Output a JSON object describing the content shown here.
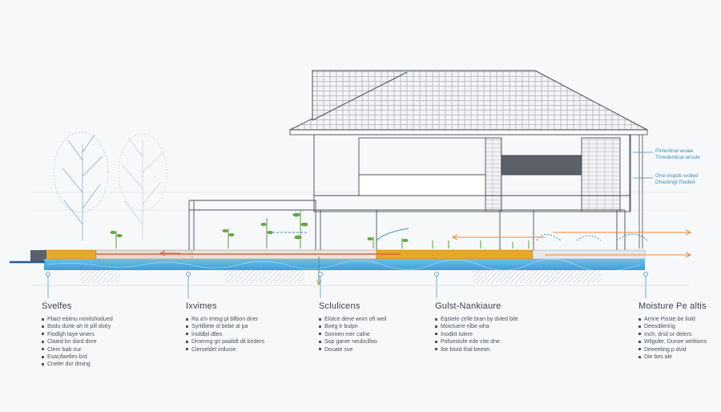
{
  "columns": [
    {
      "title": "Svelfes",
      "items": [
        "Plaicl ebitnu nonitshodued",
        "Bodu durte ah Iit pill dotry",
        "Flodlgh taye wners",
        "Claied bn dard dnre",
        "Clenr bab our",
        "Esacifaetles brd",
        "Cneler dur dming"
      ]
    },
    {
      "title": "Ixvimes",
      "items": [
        "Ra a'n Imtsg pl bllbon dner",
        "Syrtilliete ol bebe al pa",
        "Inoldbil dlles",
        "Dmenng gri paalidt dil birders",
        "Clerseldel inducie."
      ]
    },
    {
      "title": "Sclulicens",
      "items": [
        "Elotce dene wnm oft weil",
        "Boeg tr bulpn",
        "Sonnen mer calne",
        "Sop ganer neubcilloo",
        "Douate sve"
      ]
    },
    {
      "title": "Gulst-Nankiaure",
      "items": [
        "Eqstele ctrlle bran by dvled bile",
        "Moictuere rilbe wha",
        "Inodkit tulere",
        "Pofuestufe ede ctte dne",
        "Ibe bioid thal beeter."
      ]
    },
    {
      "title": "Moisture Pe altis",
      "items": [
        "Arnne Pisste be liuld",
        "Deesdilering",
        "Inch, drsil or deters",
        "Wilgulte, Dunoe welitions",
        "Deeeeting p dvid",
        "Die bes ale"
      ]
    }
  ],
  "callouts": {
    "top": [
      "Pinlentiral woaie",
      "Thredentical wrssle"
    ],
    "bottom": [
      "One iriopds wolled",
      "Dhastingf Pladed"
    ]
  },
  "colors": {
    "water": "#3aa8d8",
    "gravel": "#e8a72a",
    "pipe": "#d9634a",
    "arrow": "#e88b3a",
    "line": "#4a4f58",
    "accent": "#3a8fb8"
  }
}
